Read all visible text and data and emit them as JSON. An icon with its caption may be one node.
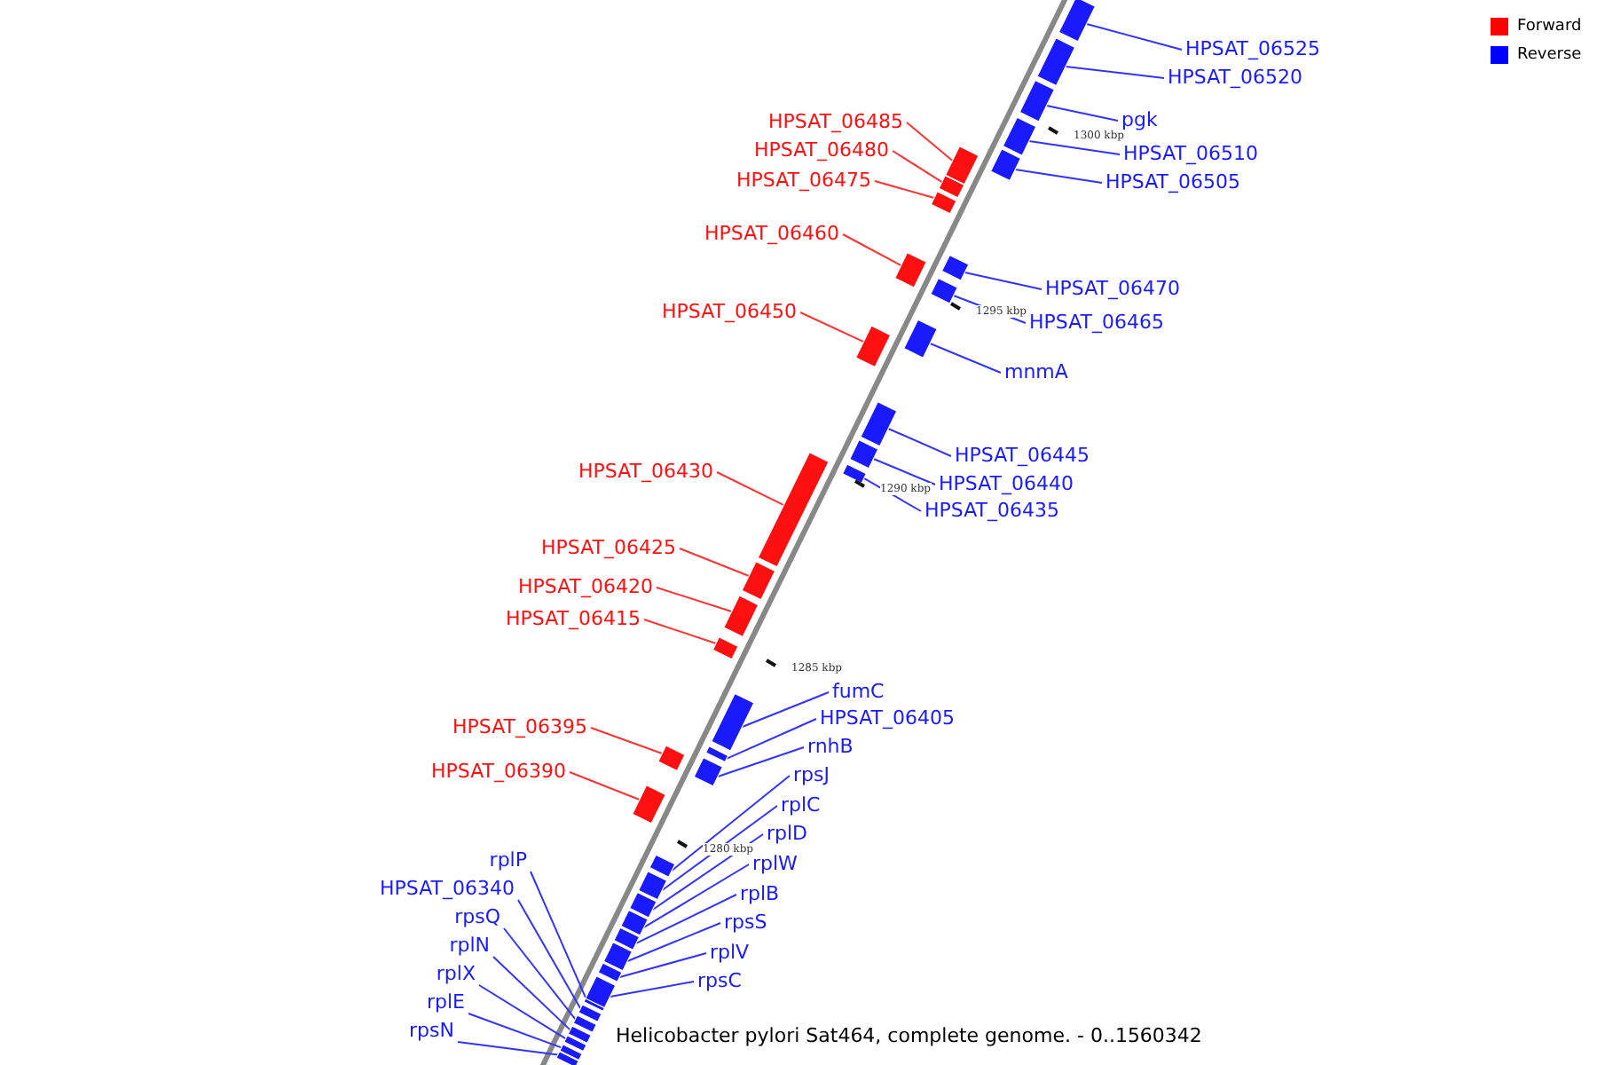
{
  "diagram": {
    "caption": "Helicobacter pylori Sat464, complete genome. - 0..1560342",
    "nodes": [
      {
        "text": [
          "HPSAT_06525"
        ]
      },
      {
        "text": [],
        "shape": "bar"
      },
      {
        "text": [
          "HPSAT_06520"
        ]
      },
      {
        "text": [],
        "shape": "bar"
      },
      {
        "text": [
          "pgk"
        ]
      },
      {
        "text": [],
        "shape": "bar"
      },
      {
        "text": [
          "HPSAT_06485"
        ]
      },
      {
        "text": [],
        "shape": "bar"
      },
      {
        "text": [
          "HPSAT_06480"
        ]
      },
      {
        "text": [],
        "shape": "bar"
      },
      {
        "text": [
          "HPSAT_06510"
        ]
      },
      {
        "text": [],
        "shape": "bar"
      },
      {
        "text": [
          "HPSAT_06475"
        ]
      },
      {
        "text": [],
        "shape": "bar"
      },
      {
        "text": [
          "HPSAT_06505"
        ]
      },
      {
        "text": [],
        "shape": "bar"
      },
      {
        "text": [
          "HPSAT_06460"
        ]
      },
      {
        "text": [],
        "shape": "bar"
      },
      {
        "text": [
          "HPSAT_06470"
        ]
      },
      {
        "text": [],
        "shape": "bar"
      },
      {
        "text": [
          "HPSAT_06450"
        ]
      },
      {
        "text": [],
        "shape": "bar"
      },
      {
        "text": [
          "HPSAT_06465"
        ]
      },
      {
        "text": [],
        "shape": "bar"
      },
      {
        "text": [
          "mnmA"
        ]
      },
      {
        "text": [],
        "shape": "bar"
      },
      {
        "text": [
          "HPSAT_06445"
        ]
      },
      {
        "text": [],
        "shape": "bar"
      },
      {
        "text": [
          "HPSAT_06430"
        ]
      },
      {
        "text": [],
        "shape": "bar"
      },
      {
        "text": [
          "HPSAT_06440"
        ]
      },
      {
        "text": [],
        "shape": "bar"
      },
      {
        "text": [
          "HPSAT_06435"
        ]
      },
      {
        "text": [],
        "shape": "bar"
      },
      {
        "text": [
          "HPSAT_06425"
        ]
      },
      {
        "text": [],
        "shape": "bar"
      },
      {
        "text": [
          "HPSAT_06420"
        ]
      },
      {
        "text": [],
        "shape": "bar"
      },
      {
        "text": [
          "HPSAT_06415"
        ]
      },
      {
        "text": [],
        "shape": "bar"
      },
      {
        "text": [
          "fumC"
        ]
      },
      {
        "text": [],
        "shape": "bar"
      },
      {
        "text": [
          "HPSAT_06405"
        ]
      },
      {
        "text": [],
        "shape": "bar"
      },
      {
        "text": [
          "HPSAT_06395"
        ]
      },
      {
        "text": [],
        "shape": "bar"
      },
      {
        "text": [
          "rnhB"
        ]
      },
      {
        "text": [],
        "shape": "bar"
      },
      {
        "text": [
          "HPSAT_06390"
        ]
      },
      {
        "text": [],
        "shape": "bar"
      },
      {
        "text": [
          "rpsJ"
        ]
      },
      {
        "text": [],
        "shape": "bar"
      },
      {
        "text": [
          "rplC"
        ]
      },
      {
        "text": [],
        "shape": "bar"
      },
      {
        "text": [
          "rplD"
        ]
      },
      {
        "text": [],
        "shape": "bar"
      },
      {
        "text": [
          "rplP"
        ]
      },
      {
        "text": [],
        "shape": "bar"
      },
      {
        "text": [
          "rplW"
        ]
      },
      {
        "text": [],
        "shape": "bar"
      },
      {
        "text": [
          "HPSAT_06340"
        ]
      },
      {
        "text": [],
        "shape": "bar"
      },
      {
        "text": [
          "rplB"
        ]
      },
      {
        "text": [],
        "shape": "bar"
      },
      {
        "text": [
          "rpsQ"
        ]
      },
      {
        "text": [],
        "shape": "bar"
      },
      {
        "text": [
          "rpsS"
        ]
      },
      {
        "text": [],
        "shape": "bar"
      },
      {
        "text": [
          "rplN"
        ]
      },
      {
        "text": [],
        "shape": "bar"
      },
      {
        "text": [
          "rplV"
        ]
      },
      {
        "text": [],
        "shape": "bar"
      },
      {
        "text": [
          "rplX"
        ]
      },
      {
        "text": [],
        "shape": "bar"
      },
      {
        "text": [
          "rpsC"
        ]
      },
      {
        "text": [],
        "shape": "bar"
      },
      {
        "text": [
          "rplE"
        ]
      },
      {
        "text": [],
        "shape": "bar"
      },
      {
        "text": [
          "rpsN"
        ]
      },
      {
        "text": [],
        "shape": "bar"
      }
    ],
    "edges": [
      {
        "from": 0,
        "to": 1,
        "arrow": "none"
      },
      {
        "from": 2,
        "to": 3,
        "arrow": "none"
      },
      {
        "from": 4,
        "to": 5,
        "arrow": "none"
      },
      {
        "from": 6,
        "to": 7,
        "arrow": "none",
        "color": "#ff3333"
      },
      {
        "from": 8,
        "to": 9,
        "arrow": "none",
        "color": "#ff3333"
      },
      {
        "from": 10,
        "to": 11,
        "arrow": "none"
      },
      {
        "from": 12,
        "to": 13,
        "arrow": "none",
        "color": "#ff3333"
      },
      {
        "from": 14,
        "to": 15,
        "arrow": "none"
      },
      {
        "from": 16,
        "to": 17,
        "arrow": "none",
        "color": "#ff3333"
      },
      {
        "from": 18,
        "to": 19,
        "arrow": "none"
      },
      {
        "from": 20,
        "to": 21,
        "arrow": "none",
        "color": "#ff3333"
      },
      {
        "from": 22,
        "to": 23,
        "arrow": "none"
      },
      {
        "from": 24,
        "to": 25,
        "arrow": "none"
      },
      {
        "from": 26,
        "to": 27,
        "arrow": "none"
      },
      {
        "from": 28,
        "to": 29,
        "arrow": "none",
        "color": "#ff3333"
      },
      {
        "from": 30,
        "to": 31,
        "arrow": "none"
      },
      {
        "from": 32,
        "to": 33,
        "arrow": "none"
      },
      {
        "from": 34,
        "to": 35,
        "arrow": "none",
        "color": "#ff3333"
      },
      {
        "from": 36,
        "to": 37,
        "arrow": "none",
        "color": "#ff3333"
      },
      {
        "from": 38,
        "to": 39,
        "arrow": "none",
        "color": "#ff3333"
      },
      {
        "from": 40,
        "to": 41,
        "arrow": "none"
      },
      {
        "from": 42,
        "to": 43,
        "arrow": "none"
      },
      {
        "from": 44,
        "to": 45,
        "arrow": "none",
        "color": "#ff3333"
      },
      {
        "from": 46,
        "to": 47,
        "arrow": "none"
      },
      {
        "from": 48,
        "to": 49,
        "arrow": "none",
        "color": "#ff3333"
      },
      {
        "from": 50,
        "to": 51,
        "arrow": "none"
      },
      {
        "from": 52,
        "to": 53,
        "arrow": "none"
      },
      {
        "from": 54,
        "to": 55,
        "arrow": "none"
      },
      {
        "from": 56,
        "to": 57,
        "arrow": "none"
      },
      {
        "from": 58,
        "to": 59,
        "arrow": "none"
      },
      {
        "from": 60,
        "to": 61,
        "arrow": "none"
      },
      {
        "from": 62,
        "to": 63,
        "arrow": "none"
      },
      {
        "from": 64,
        "to": 65,
        "arrow": "none"
      },
      {
        "from": 66,
        "to": 67,
        "arrow": "none"
      },
      {
        "from": 68,
        "to": 69,
        "arrow": "none"
      },
      {
        "from": 70,
        "to": 71,
        "arrow": "none"
      },
      {
        "from": 72,
        "to": 73,
        "arrow": "none"
      },
      {
        "from": 74,
        "to": 75,
        "arrow": "none"
      },
      {
        "from": 76,
        "to": 77,
        "arrow": "none"
      },
      {
        "from": 78,
        "to": 79,
        "arrow": "none"
      }
    ],
    "labels": [
      "1300 kbp",
      "1295 kbp",
      "1290 kbp",
      "1285 kbp",
      "1280 kbp"
    ],
    "legend": [
      {
        "text": "Forward",
        "color": "#ff0000"
      },
      {
        "text": "Reverse",
        "color": "#0000ff"
      }
    ]
  }
}
